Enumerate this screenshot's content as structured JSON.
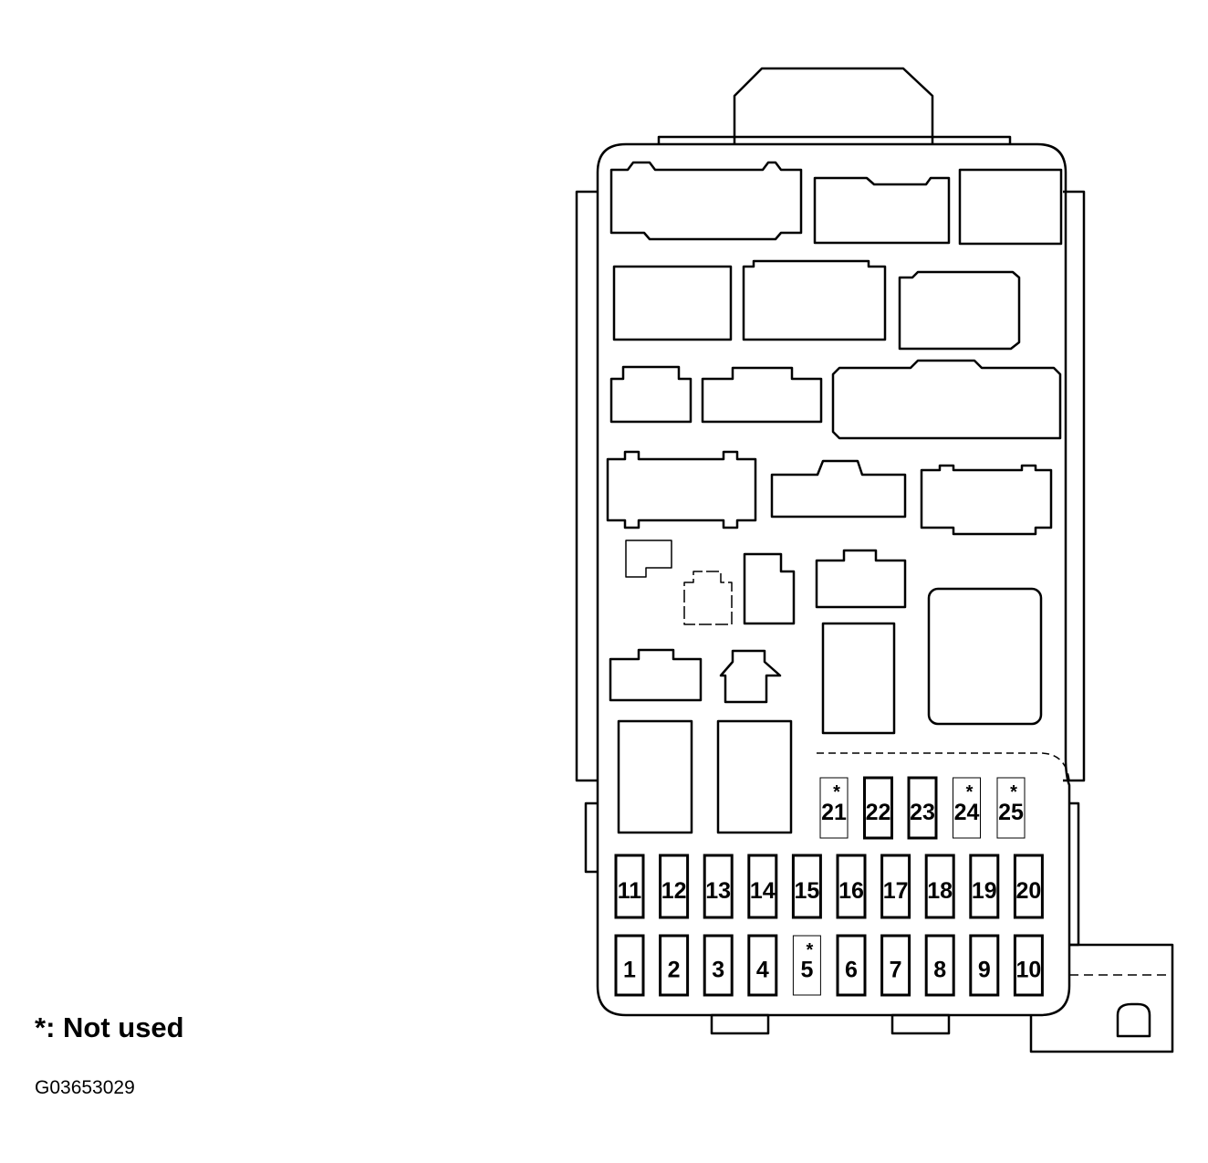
{
  "legend": {
    "marker": "*",
    "text": "*: Not used"
  },
  "figure_code": "G03653029",
  "fuses": [
    {
      "num": "1",
      "not_used": false
    },
    {
      "num": "2",
      "not_used": false
    },
    {
      "num": "3",
      "not_used": false
    },
    {
      "num": "4",
      "not_used": false
    },
    {
      "num": "5",
      "not_used": true
    },
    {
      "num": "6",
      "not_used": false
    },
    {
      "num": "7",
      "not_used": false
    },
    {
      "num": "8",
      "not_used": false
    },
    {
      "num": "9",
      "not_used": false
    },
    {
      "num": "10",
      "not_used": false
    },
    {
      "num": "11",
      "not_used": false
    },
    {
      "num": "12",
      "not_used": false
    },
    {
      "num": "13",
      "not_used": false
    },
    {
      "num": "14",
      "not_used": false
    },
    {
      "num": "15",
      "not_used": false
    },
    {
      "num": "16",
      "not_used": false
    },
    {
      "num": "17",
      "not_used": false
    },
    {
      "num": "18",
      "not_used": false
    },
    {
      "num": "19",
      "not_used": false
    },
    {
      "num": "20",
      "not_used": false
    },
    {
      "num": "21",
      "not_used": true
    },
    {
      "num": "22",
      "not_used": false
    },
    {
      "num": "23",
      "not_used": false
    },
    {
      "num": "24",
      "not_used": true
    },
    {
      "num": "25",
      "not_used": true
    }
  ]
}
